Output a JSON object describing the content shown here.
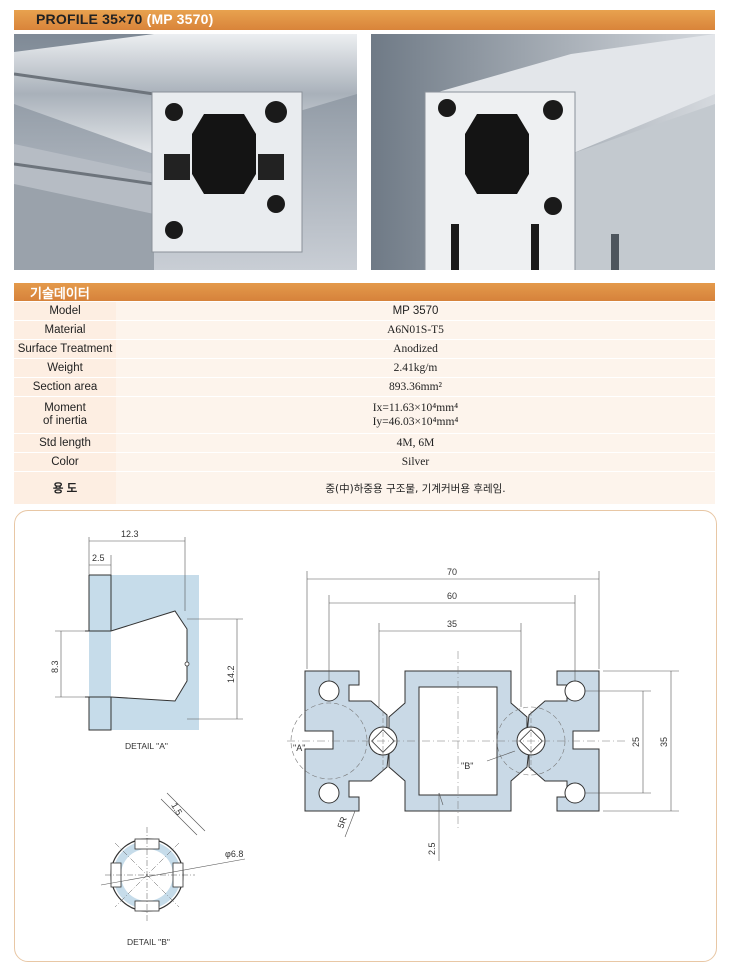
{
  "header": {
    "title": "PROFILE 35×70",
    "code": "(MP 3570)"
  },
  "spec": {
    "section_title": "기술데이터",
    "rows": [
      {
        "label": "Model",
        "value": "MP 3570"
      },
      {
        "label": "Material",
        "value": "A6N01S-T5"
      },
      {
        "label": "Surface Treatment",
        "value": "Anodized"
      },
      {
        "label": "Weight",
        "value": "2.41kg/m"
      },
      {
        "label": "Section area",
        "value": "893.36mm²"
      },
      {
        "label": "Moment of inertia",
        "label_lines": [
          "Moment",
          "of inertia"
        ],
        "value_lines": [
          "Ix=11.63×10⁴mm⁴",
          "Iy=46.03×10⁴mm⁴"
        ]
      },
      {
        "label": "Std length",
        "value": "4M, 6M"
      },
      {
        "label": "Color",
        "value": "Silver"
      },
      {
        "label": "용 도",
        "value": "중(中)하중용 구조물, 기계커버용 후레임."
      }
    ]
  },
  "drawing": {
    "detail_a": {
      "caption": "DETAIL \"A\"",
      "dims": {
        "width": "12.3",
        "lip": "2.5",
        "slot": "8.3",
        "depth": "14.2"
      }
    },
    "detail_b": {
      "caption": "DETAIL \"B\"",
      "dims": {
        "gap": "1.5",
        "bore": "φ6.8"
      }
    },
    "main": {
      "dims": {
        "overall_width": "70",
        "slot_pitch": "60",
        "center_width": "35",
        "slot_height": "25",
        "overall_height": "35",
        "wall": "2.5",
        "radius": "5R"
      },
      "callouts": {
        "a": "\"A\"",
        "b": "\"B\""
      }
    }
  },
  "colors": {
    "accent": "#d9843a",
    "table_bg": "#fdeee2",
    "profile_fill": "#c9d9e6"
  }
}
